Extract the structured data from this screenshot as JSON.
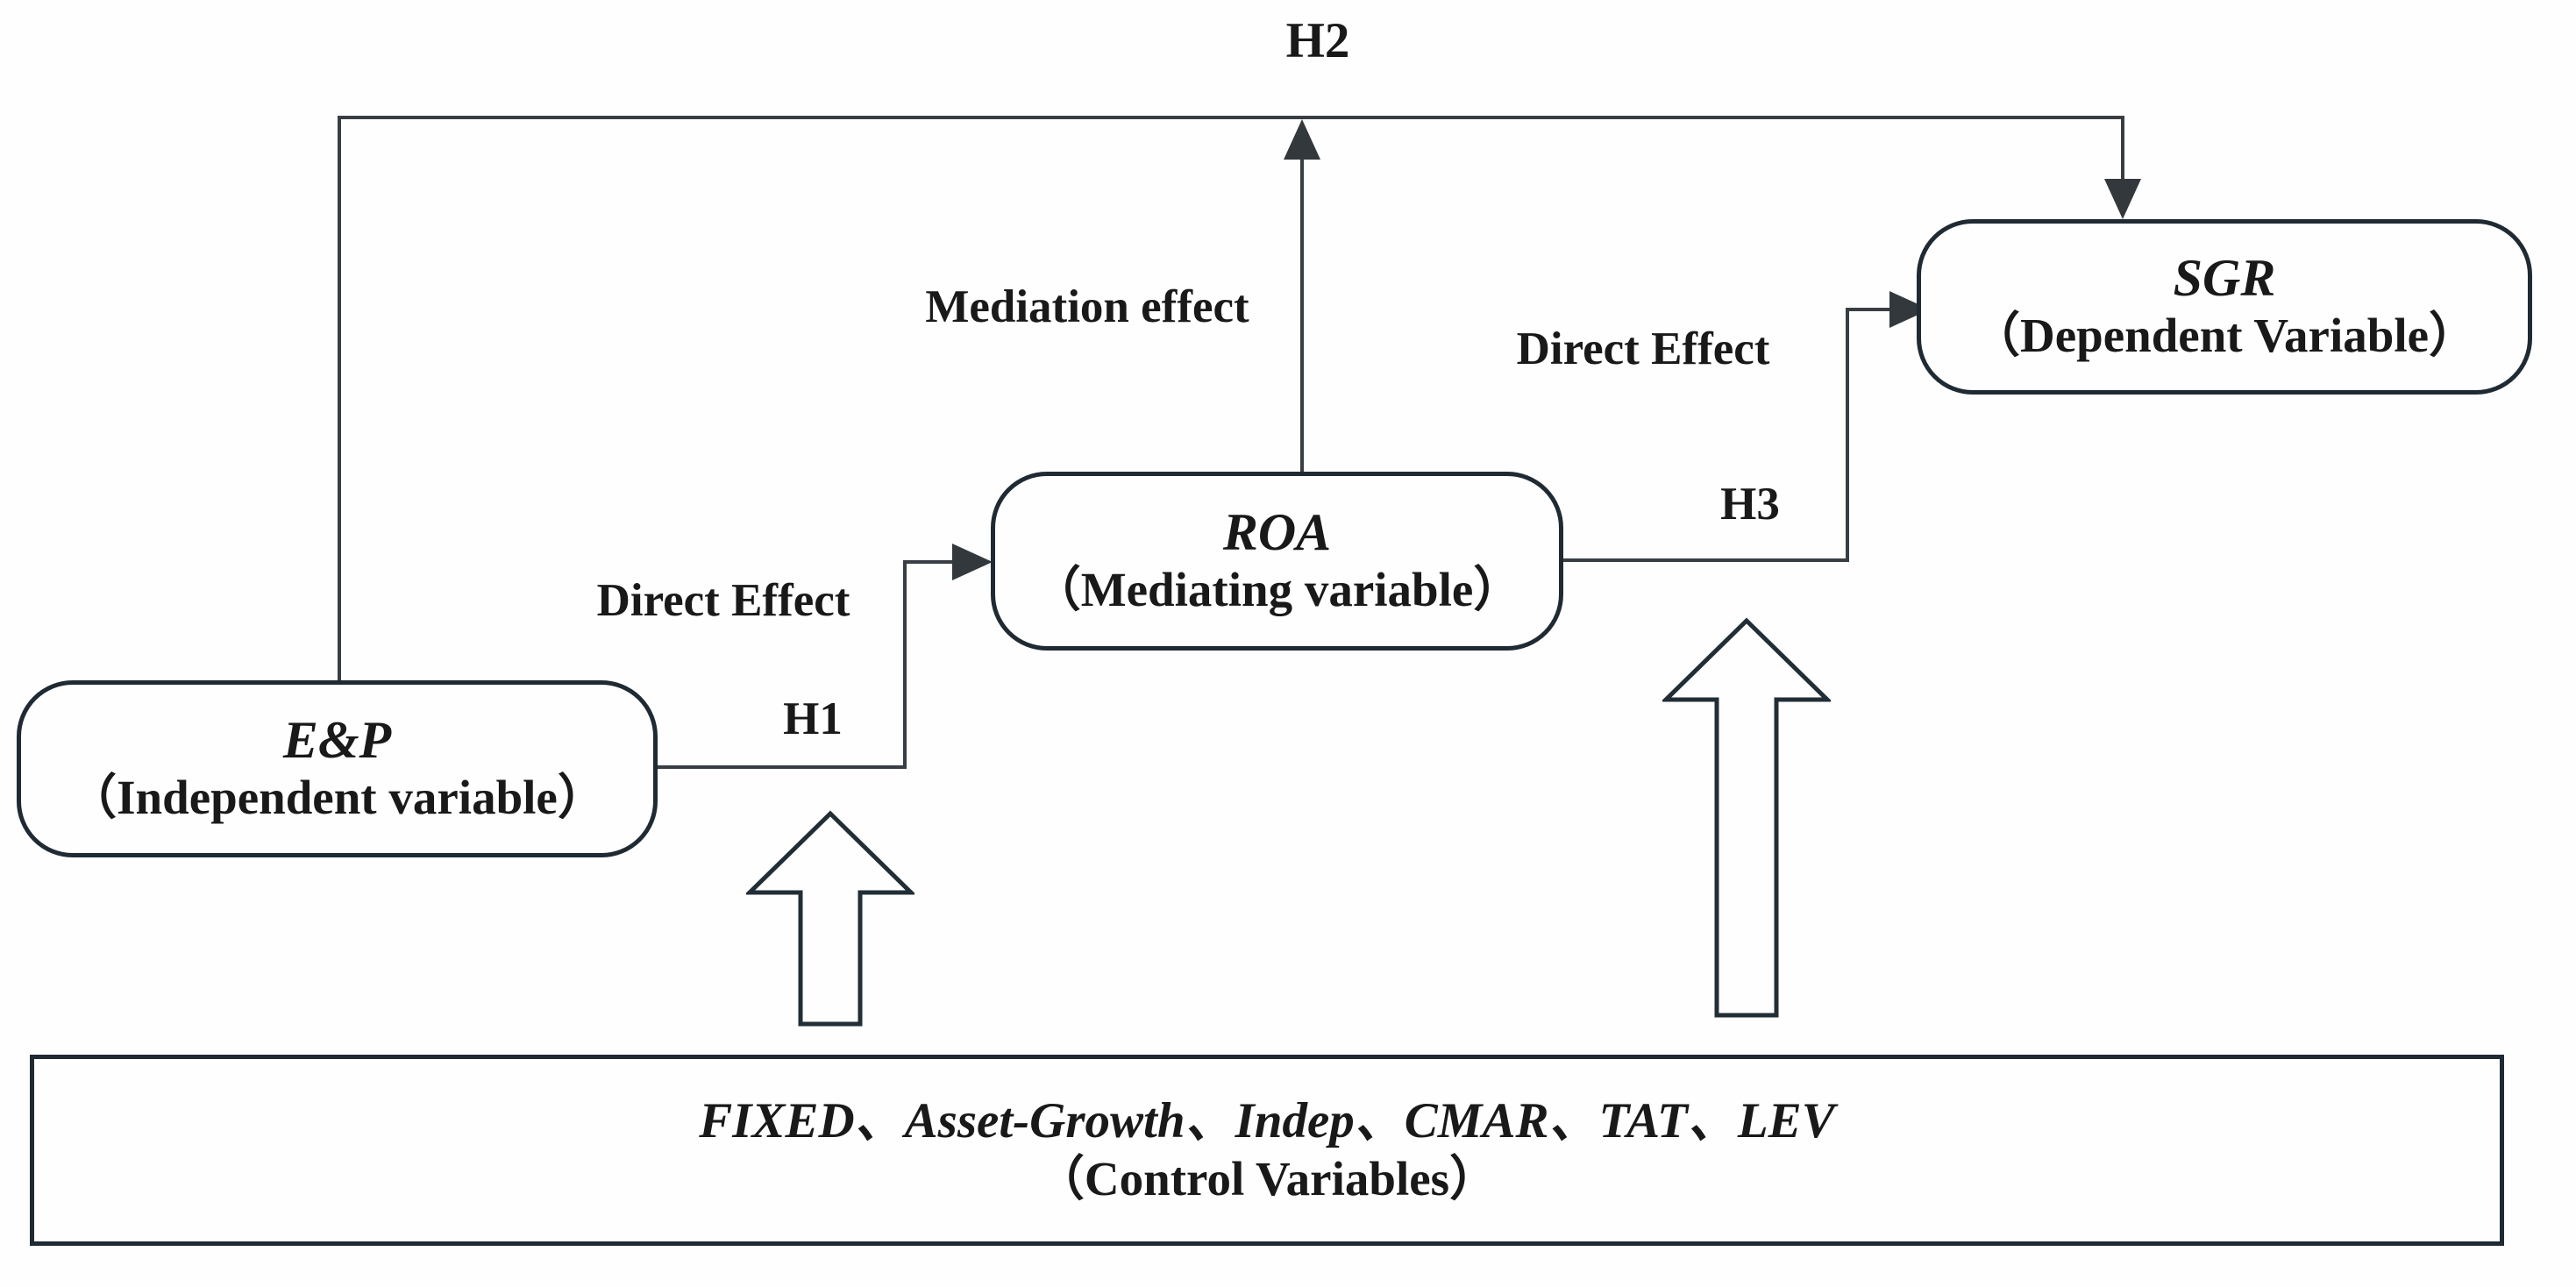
{
  "diagram": {
    "nodes": {
      "independent": {
        "title": "E&P",
        "subtitle": "（Independent variable）"
      },
      "mediating": {
        "title": "ROA",
        "subtitle": "（Mediating variable）"
      },
      "dependent": {
        "title": "SGR",
        "subtitle": "（Dependent Variable）"
      },
      "controls": {
        "title": "FIXED、Asset-Growth、Indep、CMAR、TAT、LEV",
        "subtitle": "（Control Variables）"
      }
    },
    "labels": {
      "h1": "H1",
      "h2": "H2",
      "h3": "H3",
      "direct_effect_left": "Direct Effect",
      "direct_effect_right": "Direct Effect",
      "mediation_effect": "Mediation effect"
    },
    "colors": {
      "background": "#fefefe",
      "line": "#383e44",
      "arrowhead": "#33383d",
      "box_border": "#1f2a33",
      "text": "#191919"
    }
  }
}
